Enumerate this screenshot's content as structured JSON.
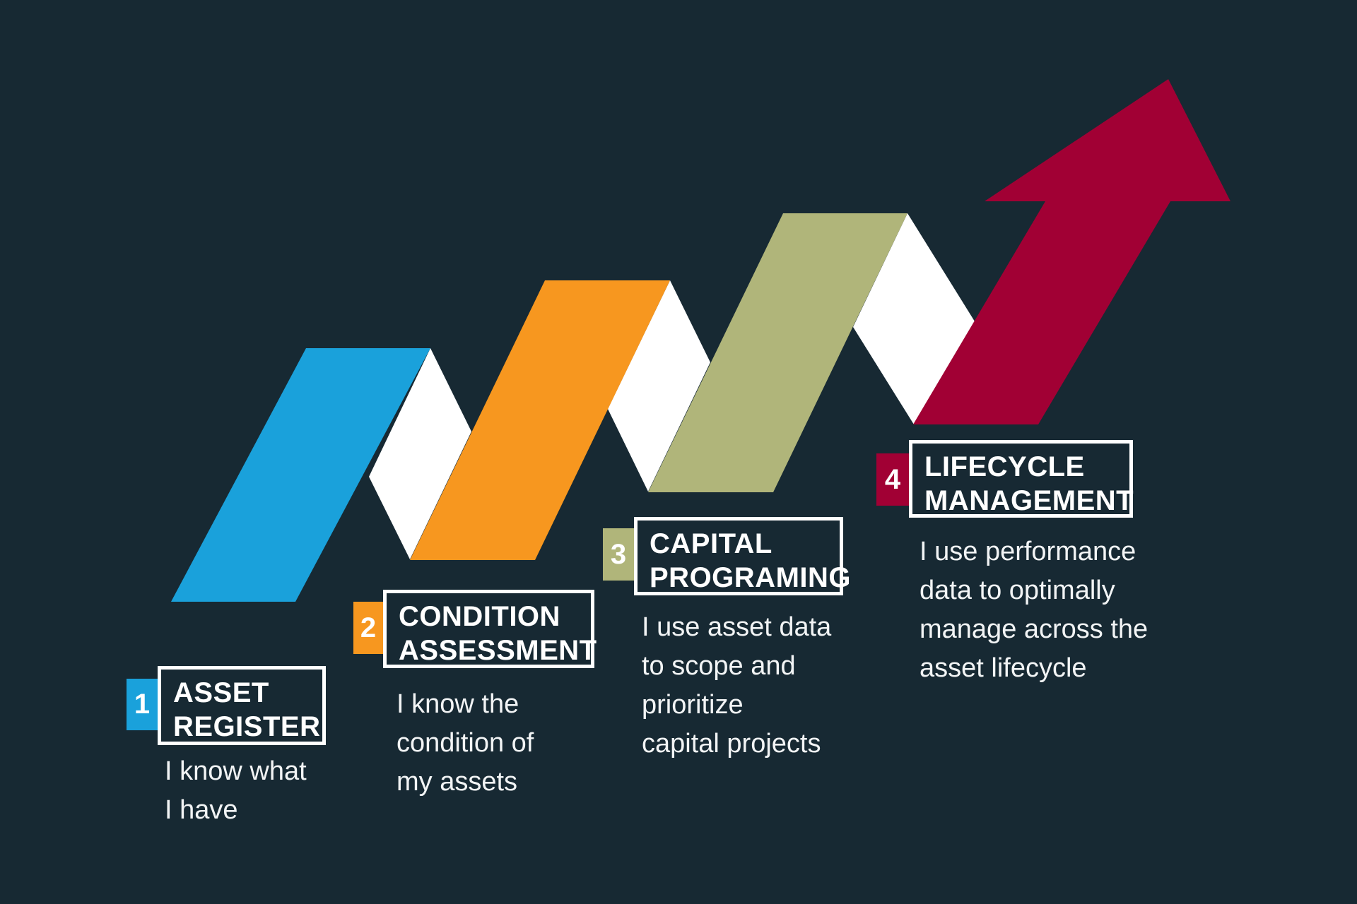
{
  "colors": {
    "background": "#172933",
    "step1": "#1AA1DB",
    "step2": "#F7971F",
    "step3": "#B0B57A",
    "step4": "#A10034",
    "connector": "#FFFFFF"
  },
  "steps": [
    {
      "number": "1",
      "title_lines": [
        "ASSET",
        "REGISTER"
      ],
      "description_lines": [
        "I know what",
        "I have"
      ]
    },
    {
      "number": "2",
      "title_lines": [
        "CONDITION",
        "ASSESSMENT"
      ],
      "description_lines": [
        "I know the",
        "condition of",
        "my assets"
      ]
    },
    {
      "number": "3",
      "title_lines": [
        "CAPITAL",
        "PROGRAMING"
      ],
      "description_lines": [
        "I use asset data",
        "to scope and",
        "prioritize",
        "capital projects"
      ]
    },
    {
      "number": "4",
      "title_lines": [
        "LIFECYCLE",
        "MANAGEMENT"
      ],
      "description_lines": [
        "I use performance",
        "data to optimally",
        "manage across the",
        "asset lifecycle"
      ]
    }
  ],
  "graphic": {
    "type": "zigzag-ribbon-arrow",
    "direction": "up-right",
    "icon": "trend-up-arrow-icon"
  }
}
